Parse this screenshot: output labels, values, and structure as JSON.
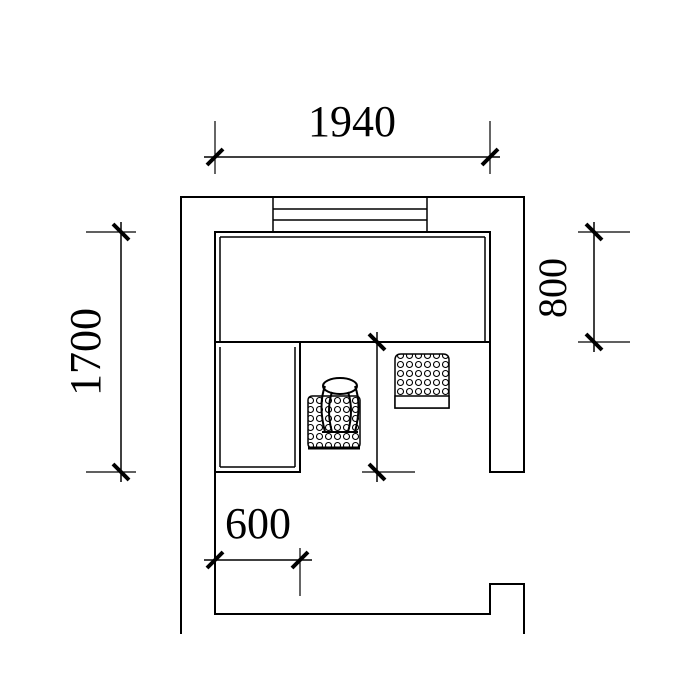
{
  "dimensions": {
    "width_top": "1940",
    "height_left": "1700",
    "height_right": "800",
    "width_bottom": "600"
  },
  "colors": {
    "line": "#000000",
    "background": "#ffffff"
  },
  "icons": {
    "chair": "chair-icon",
    "desk_chair": "desk-chair-icon",
    "lamp": "lamp-icon"
  }
}
